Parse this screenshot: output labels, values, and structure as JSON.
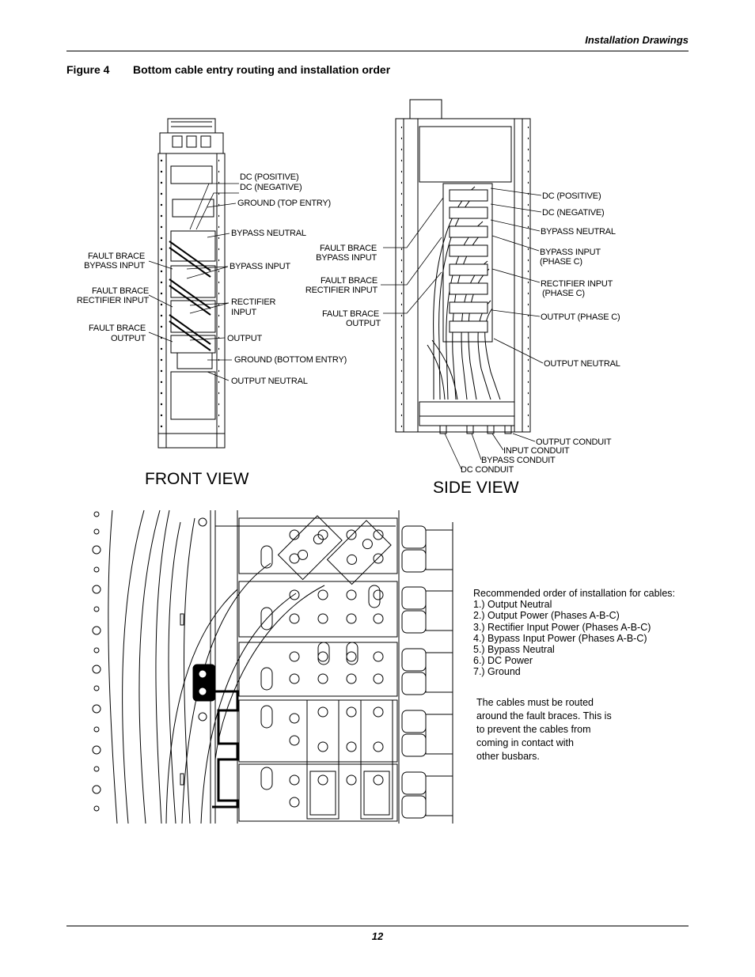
{
  "header": {
    "section": "Installation Drawings"
  },
  "figure": {
    "number": "Figure 4",
    "caption": "Bottom cable entry routing and installation order"
  },
  "front_view": {
    "title": "FRONT VIEW",
    "labels": {
      "dc_pos": "DC (POSITIVE)",
      "dc_neg": "DC (NEGATIVE)",
      "ground_top": "GROUND (TOP ENTRY)",
      "bypass_neutral": "BYPASS NEUTRAL",
      "fb_bypass_1": "FAULT BRACE",
      "fb_bypass_2": "BYPASS INPUT",
      "bypass_input": "BYPASS INPUT",
      "fb_rect_1": "FAULT BRACE",
      "fb_rect_2": "RECTIFIER INPUT",
      "rectifier_1": "RECTIFIER",
      "rectifier_2": "INPUT",
      "fb_out_1": "FAULT BRACE",
      "fb_out_2": "OUTPUT",
      "output": "OUTPUT",
      "ground_bottom": "GROUND (BOTTOM ENTRY)",
      "output_neutral": "OUTPUT NEUTRAL"
    }
  },
  "side_view": {
    "title": "SIDE VIEW",
    "labels": {
      "dc_pos": "DC (POSITIVE)",
      "dc_neg": "DC (NEGATIVE)",
      "bypass_neutral": "BYPASS NEUTRAL",
      "bypass_input_1": "BYPASS INPUT",
      "bypass_input_2": "(PHASE C)",
      "rect_input_1": "RECTIFIER INPUT",
      "rect_input_2": "(PHASE C)",
      "output_c": "OUTPUT (PHASE C)",
      "output_neutral": "OUTPUT NEUTRAL",
      "fb_bypass_1": "FAULT BRACE",
      "fb_bypass_2": "BYPASS INPUT",
      "fb_rect_1": "FAULT BRACE",
      "fb_rect_2": "RECTIFIER INPUT",
      "fb_out_1": "FAULT BRACE",
      "fb_out_2": "OUTPUT",
      "output_conduit": "OUTPUT CONDUIT",
      "input_conduit": "INPUT CONDUIT",
      "bypass_conduit": "BYPASS CONDUIT",
      "dc_conduit": "DC CONDUIT"
    }
  },
  "install_order": {
    "heading": "Recommended order of installation for cables:",
    "steps": [
      "1.) Output Neutral",
      "2.) Output Power (Phases A-B-C)",
      "3.) Rectifier Input Power (Phases A-B-C)",
      "4.) Bypass Input Power (Phases A-B-C)",
      "5.) Bypass Neutral",
      "6.) DC Power",
      "7.) Ground"
    ]
  },
  "routing_note": {
    "lines": [
      "The cables must be routed",
      "around the fault braces. This is",
      "to prevent the cables from",
      "coming in contact with",
      "other busbars."
    ]
  },
  "footer": {
    "page_number": "12"
  }
}
